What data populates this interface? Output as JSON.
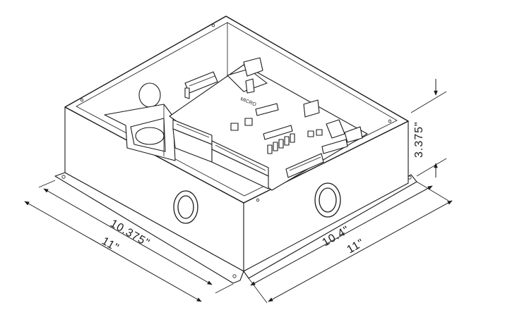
{
  "board": {
    "label": "MICRO"
  },
  "dimensions": {
    "inner_left": "10.375\"",
    "outer_left": "11\"",
    "inner_right": "10.4\"",
    "outer_right": "11\"",
    "height": "3.375\""
  }
}
